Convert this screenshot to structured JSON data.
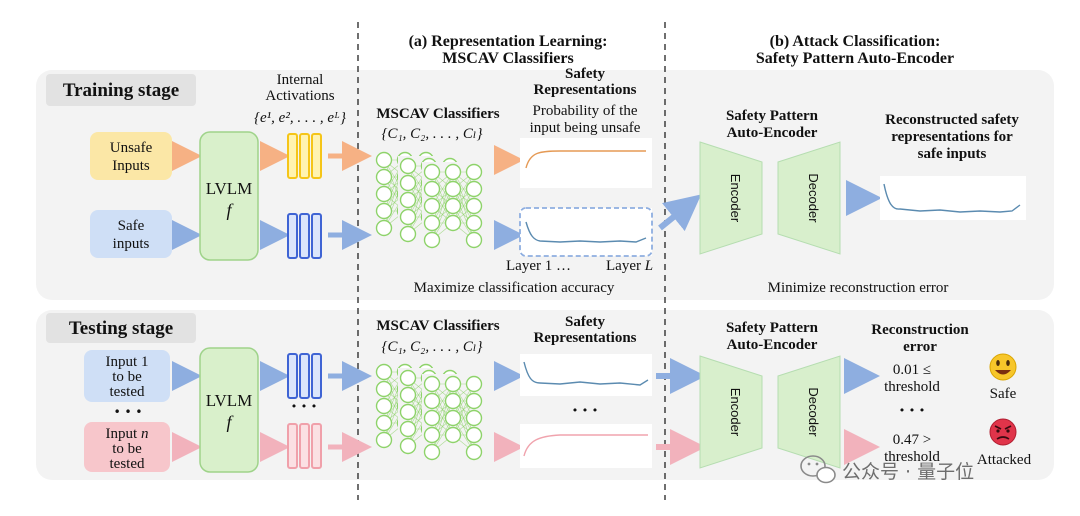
{
  "sections": {
    "a_line1": "(a) Representation Learning:",
    "a_line2": "MSCAV Classifiers",
    "b_line1": "(b) Attack Classification:",
    "b_line2": "Safety Pattern Auto-Encoder"
  },
  "training": {
    "stage_label": "Training stage",
    "unsafe_line1": "Unsafe",
    "unsafe_line2": "Inputs",
    "safe_line1": "Safe",
    "safe_line2": "inputs",
    "lvlm": "LVLM",
    "lvlm_symbol": "f",
    "activations_line1": "Internal",
    "activations_line2": "Activations",
    "activations_set": "{e¹, e², . . . , eᴸ}",
    "classifiers_title": "MSCAV Classifiers",
    "classifiers_set": "{C₁, C₂, . . . , Cₗ}",
    "safety_line1": "Safety",
    "safety_line2": "Representations",
    "prob_line1": "Probability of the",
    "prob_line2": "input being unsafe",
    "layer1": "Layer 1 …",
    "layer_l_prefix": "Layer ",
    "layer_l_symbol": "L",
    "maximize": "Maximize classification accuracy",
    "ae_line1": "Safety Pattern",
    "ae_line2": "Auto-Encoder",
    "encoder": "Encoder",
    "decoder": "Decoder",
    "recon_line1": "Reconstructed safety",
    "recon_line2": "representations for",
    "recon_line3": "safe inputs",
    "minimize": "Minimize reconstruction error"
  },
  "testing": {
    "stage_label": "Testing stage",
    "input1_line1": "Input 1",
    "input1_line2": "to be",
    "input1_line3": "tested",
    "inputn_prefix": "Input ",
    "inputn_symbol": "n",
    "inputn_line2": "to be",
    "inputn_line3": "tested",
    "lvlm": "LVLM",
    "lvlm_symbol": "f",
    "classifiers_title": "MSCAV Classifiers",
    "classifiers_set": "{C₁, C₂, . . . , Cₗ}",
    "safety_line1": "Safety",
    "safety_line2": "Representations",
    "ae_line1": "Safety Pattern",
    "ae_line2": "Auto-Encoder",
    "encoder": "Encoder",
    "decoder": "Decoder",
    "recon_err_line1": "Reconstruction",
    "recon_err_line2": "error",
    "threshold1_line1": "0.01 ≤",
    "threshold1_line2": "threshold",
    "threshold2_line1": "0.47 >",
    "threshold2_line2": "threshold",
    "safe_label": "Safe",
    "attacked_label": "Attacked",
    "dots": "• • •"
  },
  "watermark": "公众号 · 量子位",
  "colors": {
    "panel_bg": "#f3f3f3",
    "stage_label_bg": "#e2e2e2",
    "unsafe_box": "#fbe7a6",
    "safe_box": "#cfdff6",
    "unsafe_test_box": "#f7c6cb",
    "lvlm_box": "#d9f0cb",
    "lvlm_border": "#9fd38a",
    "orange": "#f6b184",
    "blue": "#8eaee0",
    "pink": "#f2b2bc",
    "yellow_act": "#f5c518",
    "blue_act": "#3f64d4",
    "pink_act": "#f0a0aa",
    "green": "#8ed36a",
    "ae_fill": "#d8efcc",
    "curve_orange": "#e59a55",
    "curve_blue": "#5b8bb0",
    "curve_pink": "#f0a3ad"
  },
  "icons": [
    "smiley-icon",
    "angry-face-icon",
    "wechat-icon"
  ]
}
